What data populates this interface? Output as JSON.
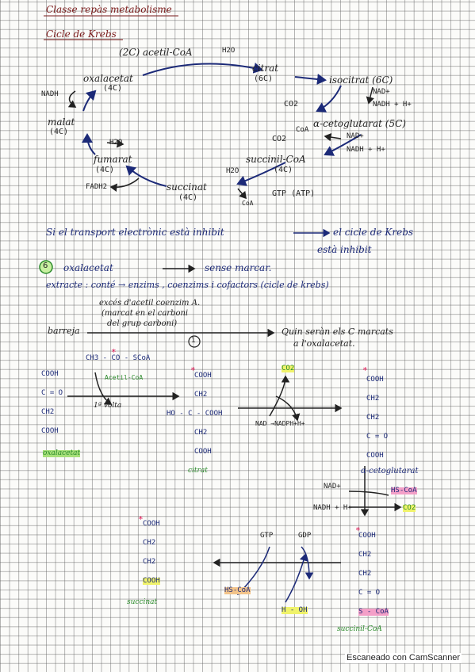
{
  "header": {
    "title": "Classe repàs metabolisme",
    "subtitle": "Cicle de Krebs"
  },
  "cycle": {
    "acetil": "(2C) acetil-CoA",
    "h2o_top": "H2O",
    "citrat": "citrat",
    "citrat_c": "(6C)",
    "isocitrat": "isocitrat (6C)",
    "nad1": "NAD+",
    "nadh1": "NADH + H+",
    "co2_1": "CO2",
    "cetoglutarat": "α-cetoglutarat (5C)",
    "coa1": "CoA",
    "nad2": "NAD+",
    "nadh2": "NADH + H+",
    "co2_2": "CO2",
    "succinilcoa": "succinil-CoA",
    "succinilcoa_c": "(4C)",
    "h2o_mid": "H2O",
    "gtp": "GTP (ATP)",
    "coa2": "CoA",
    "succinat": "succinat",
    "succinat_c": "(4C)",
    "fadh2": "FADH2",
    "fumarat": "fumarat",
    "fumarat_c": "(4C)",
    "h2o_left": "H2O",
    "malat": "malat",
    "malat_c": "(4C)",
    "nadh_left": "NADH",
    "oxalacetat": "oxalacetat",
    "oxalacetat_c": "(4C)"
  },
  "notes": {
    "line1_a": "Si el transport electrònic està inhibit",
    "line1_b": "el cicle de Krebs",
    "line1_c": "està inhibit",
    "q_num": "6",
    "line2_a": "oxalacetat",
    "line2_b": "sense marcar.",
    "line3": "extracte : conté → enzims , coenzims i cofactors (cicle de krebs)",
    "aside1": "excés d'acetil coenzim A.",
    "aside2": "(marcat en el carboni",
    "aside3": "del grup carboni)",
    "barreja": "barreja",
    "question1": "Quin seràn els C marcats",
    "question2": "a l'oxalacetat.",
    "circle_num": "1"
  },
  "mech": {
    "acetylcoa_struct": "CH3 - CO - SCoA",
    "acetilcoa_label": "Acetil-CoA",
    "volta": "1ª volta",
    "oxa_s": [
      "COOH",
      "C = O",
      "CH2",
      "COOH"
    ],
    "oxa_label": "oxalacetat",
    "citrat_s": [
      "COOH",
      "CH2",
      "HO - C - COOH",
      "CH2",
      "COOH"
    ],
    "citrat_label": "citrat",
    "co2_label": "CO2",
    "nad_nadph": "NAD →NADPH+H+",
    "keto_s": [
      "COOH",
      "CH2",
      "CH2",
      "C = O",
      "COOH"
    ],
    "keto_label": "α-cetoglutarat",
    "nad3": "NAD+",
    "hscoa1": "HS-CoA",
    "nadh3": "NADH + H+",
    "co2_3": "CO2",
    "succcoa_s": [
      "COOH",
      "CH2",
      "CH2",
      "C = O",
      "S - CoA"
    ],
    "succcoa_label": "succinil-CoA",
    "gtp2": "GTP",
    "gdp": "GDP",
    "succ_s": [
      "COOH",
      "CH2",
      "CH2",
      "COOH"
    ],
    "succ_label": "succinat",
    "hscoa2": "HS-CoA",
    "hoh": "H - OH",
    "star": "*"
  },
  "footer": {
    "scanner": "Escaneado con CamScanner"
  }
}
